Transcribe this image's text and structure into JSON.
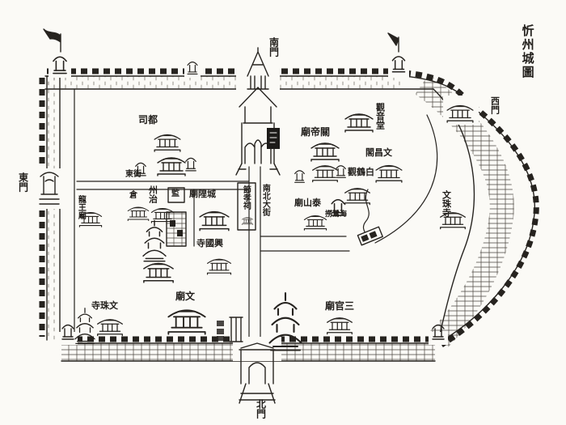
{
  "title": {
    "text": "忻州城圖"
  },
  "colors": {
    "paper": "#fbfaf6",
    "ink": "#26231f"
  },
  "icons": [
    "city-wall-crenellation",
    "gate-tower-icon",
    "temple-icon",
    "watchtower-icon",
    "pagoda-icon",
    "flag-banner-icon",
    "brick-hatch-band",
    "stream-line",
    "plaque-icon",
    "archway-icon"
  ],
  "labels": [
    {
      "id": "south-gate",
      "text": "南門"
    },
    {
      "id": "north-gate",
      "text": "北門"
    },
    {
      "id": "east-gate",
      "text": "東門"
    },
    {
      "id": "west-gate",
      "text": "西門"
    },
    {
      "id": "dusi-office",
      "text": "司都"
    },
    {
      "id": "guandi-temple",
      "text": "廟帝關"
    },
    {
      "id": "guanyin-hall",
      "text": "觀音堂"
    },
    {
      "id": "wenchang-pavilion",
      "text": "閣昌文"
    },
    {
      "id": "white-crane-temple",
      "text": "觀鶴白"
    },
    {
      "id": "taishan-temple",
      "text": "廟山泰"
    },
    {
      "id": "water-label",
      "text": "撈鷺海"
    },
    {
      "id": "city-god-temple",
      "text": "廟隍城"
    },
    {
      "id": "jiexiao-shrine",
      "text": "節孝祠"
    },
    {
      "id": "main-street",
      "text": "南北大街"
    },
    {
      "id": "xingguo-temple",
      "text": "寺國興"
    },
    {
      "id": "prefecture-office",
      "text": "州治"
    },
    {
      "id": "granary",
      "text": "倉"
    },
    {
      "id": "prison",
      "text": "監"
    },
    {
      "id": "dragon-king-temple",
      "text": "龍王廟"
    },
    {
      "id": "east-street",
      "text": "東街"
    },
    {
      "id": "confucius-temple",
      "text": "廟文"
    },
    {
      "id": "wenzhu-temple-south",
      "text": "寺珠文"
    },
    {
      "id": "sanguan-temple",
      "text": "廟官三"
    },
    {
      "id": "wenzhu-temple-west",
      "text": "文珠寺"
    }
  ]
}
